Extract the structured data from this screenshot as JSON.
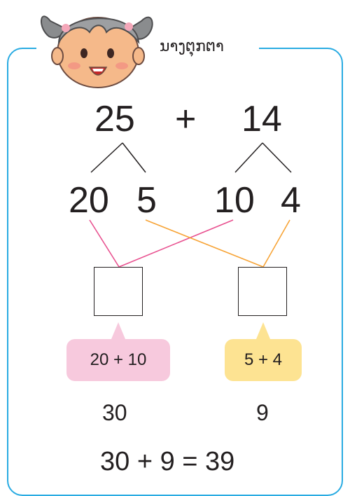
{
  "speaker_label": "ນາງຕຸກຕາ",
  "top": {
    "left": "25",
    "op": "+",
    "right": "14"
  },
  "split": {
    "a": "20",
    "b": "5",
    "c": "10",
    "d": "4"
  },
  "hints": {
    "tens": "20 + 10",
    "ones": "5 + 4"
  },
  "results": {
    "tens": "30",
    "ones": "9"
  },
  "final": "30 + 9 = 39",
  "colors": {
    "frame": "#29abe2",
    "pink": "#e8508f",
    "orange": "#f7a335",
    "pink_bubble": "#f7c9dd",
    "yellow_bubble": "#fde392"
  }
}
